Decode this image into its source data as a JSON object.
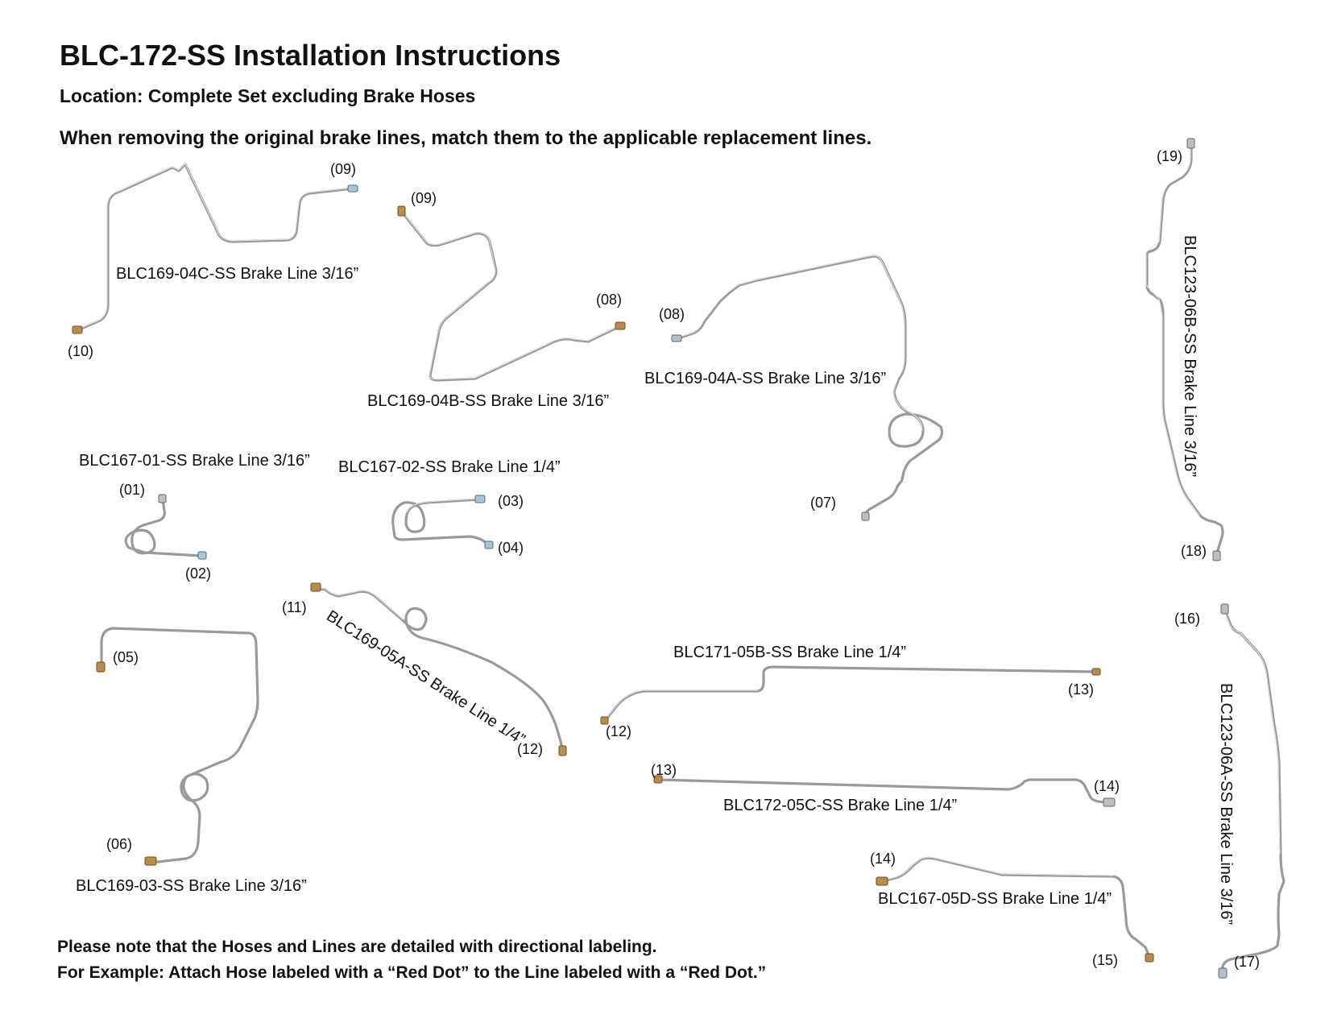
{
  "header": {
    "title": "BLC-172-SS Installation Instructions",
    "location": "Location: Complete Set excluding Brake Hoses",
    "instruction": "When removing the original brake lines, match them to the applicable replacement lines."
  },
  "lines": {
    "blc169_04c": {
      "label": "BLC169-04C-SS Brake Line 3/16”",
      "end_a": "(09)",
      "end_b": "(10)"
    },
    "blc169_04b": {
      "label": "BLC169-04B-SS Brake Line 3/16”",
      "end_a": "(09)",
      "end_b": "(08)"
    },
    "blc169_04a": {
      "label": "BLC169-04A-SS Brake Line 3/16”",
      "end_a": "(08)",
      "end_b": "(07)"
    },
    "blc123_06b": {
      "label": "BLC123-06B-SS Brake Line 3/16”",
      "end_a": "(19)",
      "end_b": "(18)"
    },
    "blc167_01": {
      "label": "BLC167-01-SS Brake Line 3/16”",
      "end_a": "(01)",
      "end_b": "(02)"
    },
    "blc167_02": {
      "label": "BLC167-02-SS Brake Line 1/4”",
      "end_a": "(03)",
      "end_b": "(04)"
    },
    "blc169_03": {
      "label": "BLC169-03-SS Brake Line 3/16”",
      "end_a": "(05)",
      "end_b": "(06)"
    },
    "blc169_05a": {
      "label": "BLC169-05A-SS Brake Line 1/4”",
      "end_a": "(11)",
      "end_b": "(12)"
    },
    "blc171_05b": {
      "label": "BLC171-05B-SS Brake Line 1/4”",
      "end_a": "(12)",
      "end_b": "(13)"
    },
    "blc172_05c": {
      "label": "BLC172-05C-SS Brake Line 1/4”",
      "end_a": "(13)",
      "end_b": "(14)"
    },
    "blc167_05d": {
      "label": "BLC167-05D-SS Brake Line 1/4”",
      "end_a": "(14)",
      "end_b": "(15)"
    },
    "blc123_06a": {
      "label": "BLC123-06A-SS Brake Line  3/16”",
      "end_a": "(16)",
      "end_b": "(17)"
    }
  },
  "footer": {
    "note_line1": "Please note that the Hoses and Lines are detailed with directional labeling.",
    "note_line2": "For Example: Attach Hose labeled with a “Red Dot” to the Line labeled with a “Red Dot.”"
  }
}
